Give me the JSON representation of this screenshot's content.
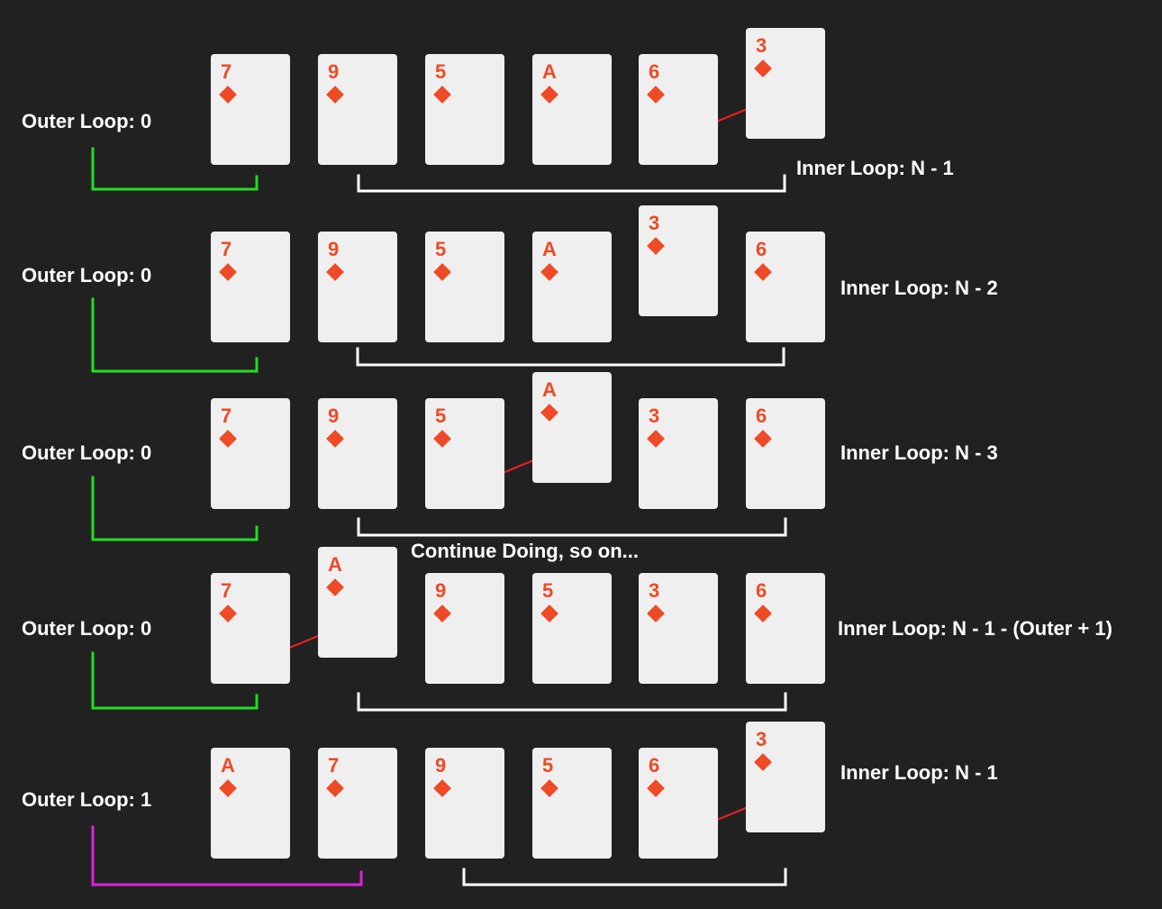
{
  "colors": {
    "background": "#212121",
    "card": "#efefef",
    "card_text": "#ef4a26",
    "label": "#ffffff",
    "bracket_outer_0": "#22dd22",
    "bracket_outer_1": "#dd22dd",
    "bracket_inner": "#ffffff",
    "swap_arrow": "#e52020"
  },
  "suit_icon": "diamond-icon",
  "continue_note": "Continue Doing, so on...",
  "rows": [
    {
      "outer_label": "Outer Loop: 0",
      "inner_label": "Inner Loop: N - 1",
      "cards": [
        {
          "rank": "7",
          "raised": false
        },
        {
          "rank": "9",
          "raised": false
        },
        {
          "rank": "5",
          "raised": false
        },
        {
          "rank": "A",
          "raised": false
        },
        {
          "rank": "6",
          "raised": false
        },
        {
          "rank": "3",
          "raised": true
        }
      ],
      "swap": [
        4,
        5
      ]
    },
    {
      "outer_label": "Outer Loop: 0",
      "inner_label": "Inner Loop: N - 2",
      "cards": [
        {
          "rank": "7",
          "raised": false
        },
        {
          "rank": "9",
          "raised": false
        },
        {
          "rank": "5",
          "raised": false
        },
        {
          "rank": "A",
          "raised": false
        },
        {
          "rank": "3",
          "raised": true
        },
        {
          "rank": "6",
          "raised": false
        }
      ],
      "swap": null
    },
    {
      "outer_label": "Outer Loop: 0",
      "inner_label": "Inner Loop: N - 3",
      "cards": [
        {
          "rank": "7",
          "raised": false
        },
        {
          "rank": "9",
          "raised": false
        },
        {
          "rank": "5",
          "raised": false
        },
        {
          "rank": "A",
          "raised": true
        },
        {
          "rank": "3",
          "raised": false
        },
        {
          "rank": "6",
          "raised": false
        }
      ],
      "swap": [
        2,
        3
      ]
    },
    {
      "outer_label": "Outer Loop: 0",
      "inner_label": "Inner Loop: N - 1 - (Outer + 1)",
      "cards": [
        {
          "rank": "7",
          "raised": false
        },
        {
          "rank": "A",
          "raised": true
        },
        {
          "rank": "9",
          "raised": false
        },
        {
          "rank": "5",
          "raised": false
        },
        {
          "rank": "3",
          "raised": false
        },
        {
          "rank": "6",
          "raised": false
        }
      ],
      "swap": [
        0,
        1
      ]
    },
    {
      "outer_label": "Outer Loop: 1",
      "inner_label": "Inner Loop: N - 1",
      "cards": [
        {
          "rank": "A",
          "raised": false
        },
        {
          "rank": "7",
          "raised": false
        },
        {
          "rank": "9",
          "raised": false
        },
        {
          "rank": "5",
          "raised": false
        },
        {
          "rank": "6",
          "raised": false
        },
        {
          "rank": "3",
          "raised": true
        }
      ],
      "swap": [
        4,
        5
      ]
    }
  ]
}
